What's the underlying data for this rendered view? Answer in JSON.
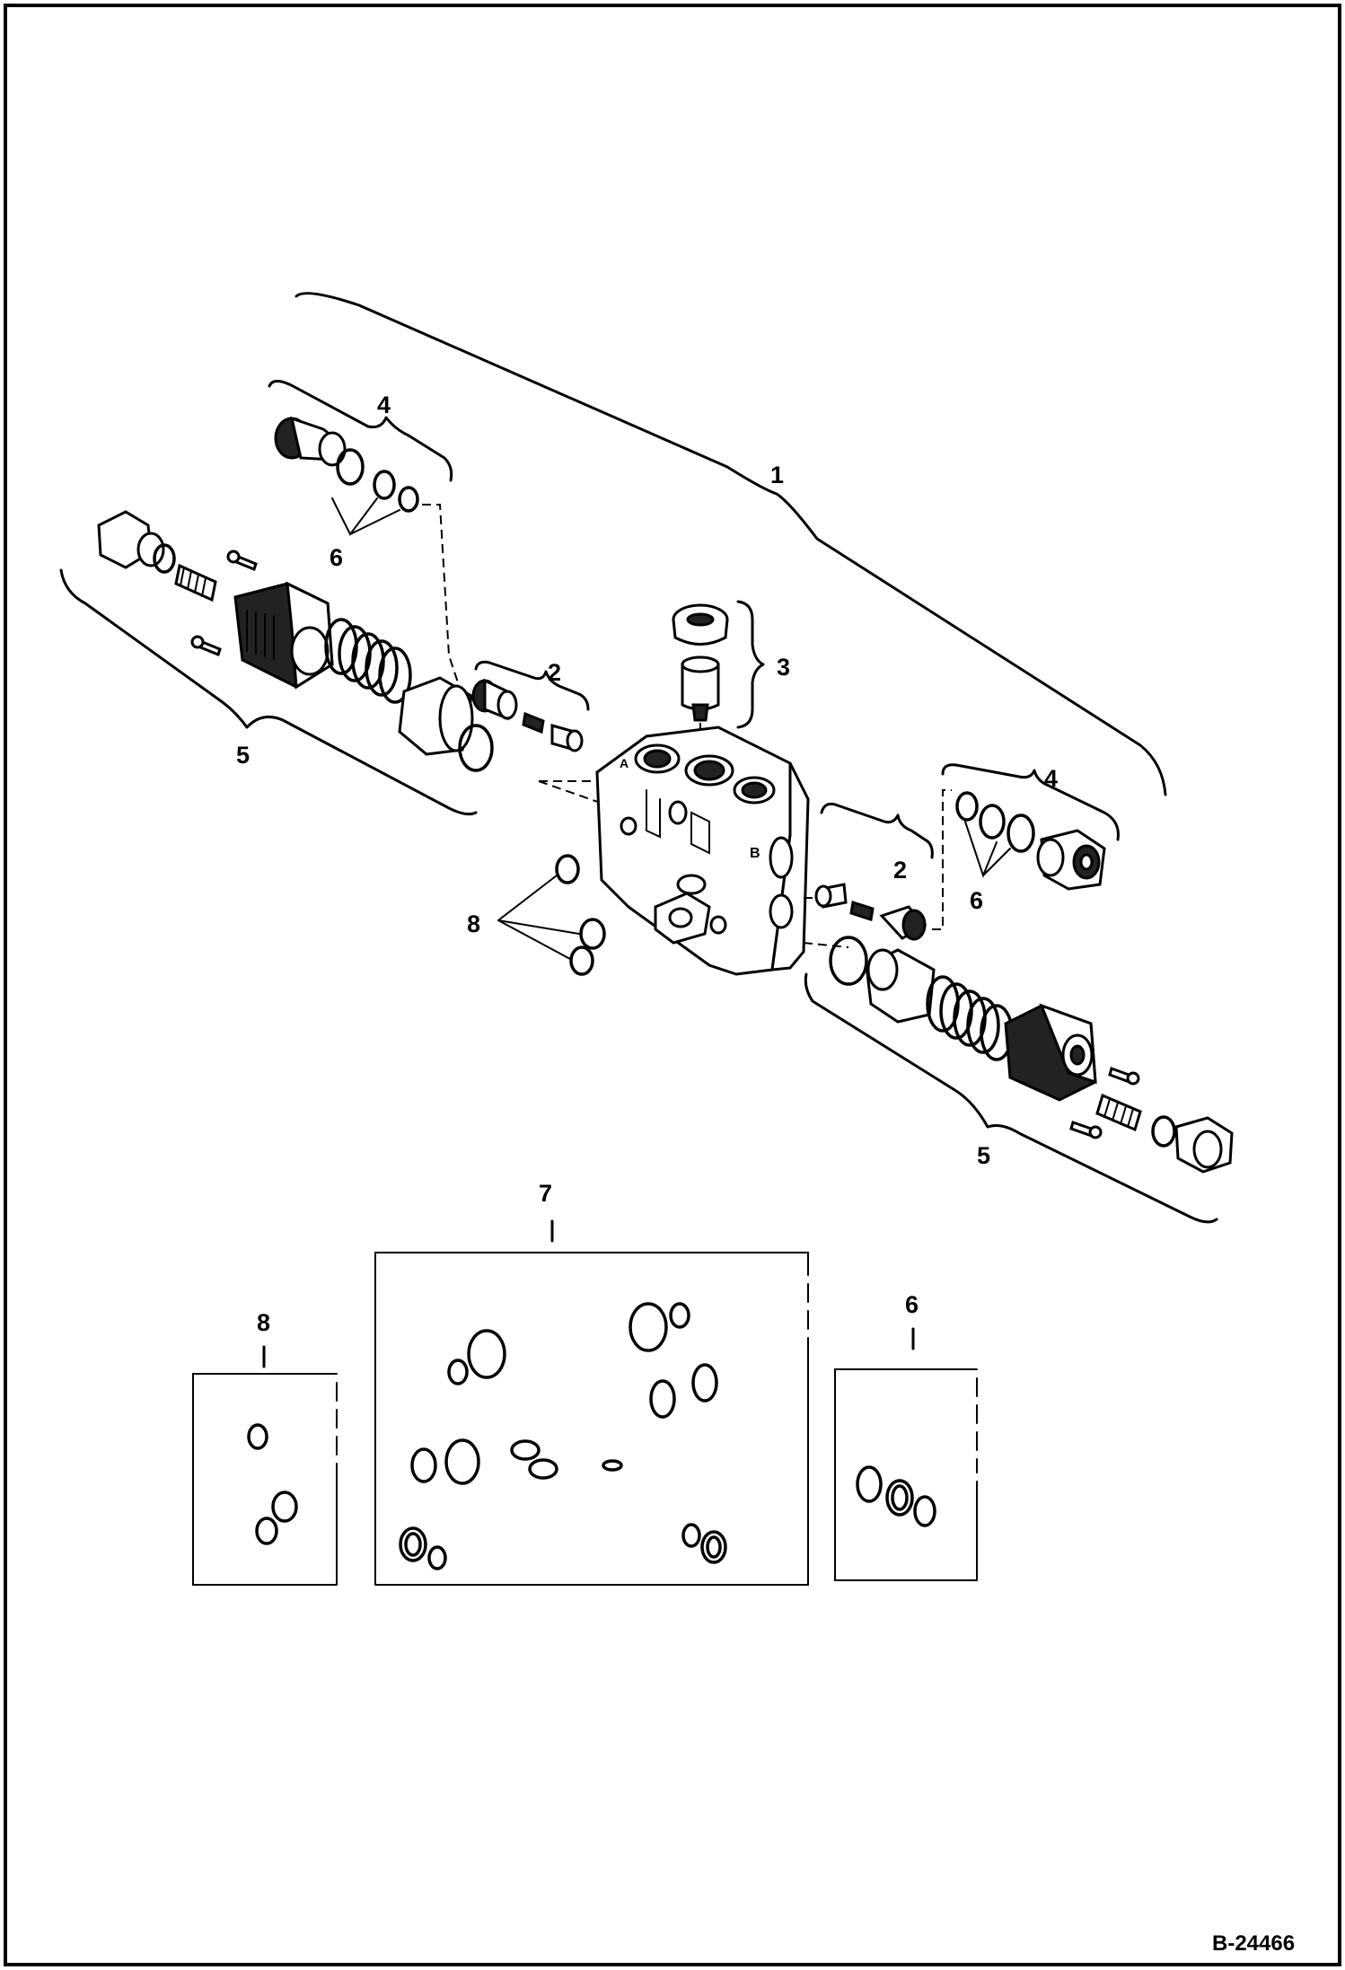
{
  "figure_id": "B-24466",
  "callouts": {
    "c1": "1",
    "c2_left": "2",
    "c2_right": "2",
    "c3": "3",
    "c4_left": "4",
    "c4_right": "4",
    "c5_left": "5",
    "c5_right": "5",
    "c6_left": "6",
    "c6_right": "6",
    "c8_main": "8",
    "kit7": "7",
    "kit8": "8",
    "kit6": "6"
  }
}
